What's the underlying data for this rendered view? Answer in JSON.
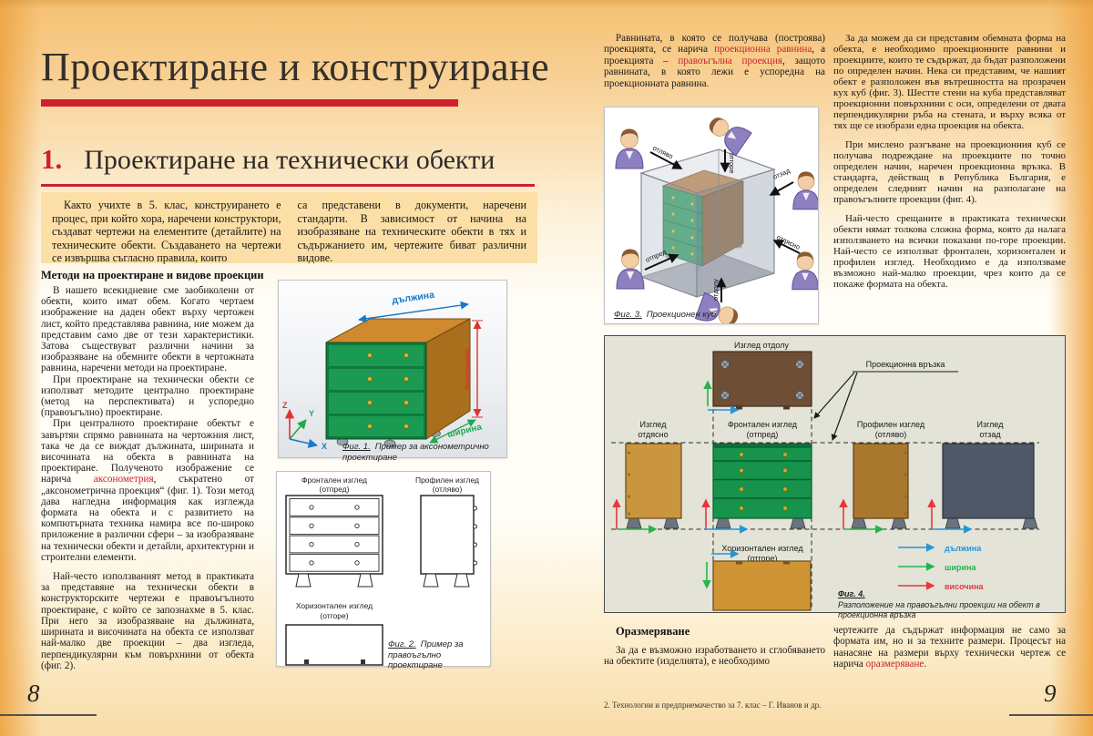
{
  "colors": {
    "accent_red": "#d0202e",
    "red_text": "#c8232b",
    "intro_box_bg": "#fcdfa6",
    "chest_green": "#1b9b52",
    "chest_top_orange": "#cf8a2e",
    "chest_side_brown": "#aa6f1c",
    "fig4_bg": "#e3e3d7",
    "length_blue": "#2596d6",
    "width_green": "#27b24b",
    "height_red": "#e8363c",
    "back_view_slate": "#4e5867",
    "bottom_view_brown": "#6e4f35"
  },
  "left": {
    "page_number": "8",
    "title": "Проектиране и конструиране",
    "section_number": "1.",
    "section_title": "Проектиране на технически обекти",
    "intro_col1": "Както учихте в 5. клас, конструирането е процес, при който хора, наречени конструктори, създават чертежи на елементите (детайлите) на техническите обекти. Създаването на чертежи се извършва съгласно правила, които",
    "intro_col2": "са представени в документи, наречени стандарти. В зависимост от начина на изобразяване на техническите обекти в тях и съдържанието им, чертежите биват различни видове.",
    "methods_heading": "Методи на проектиране и видове проекции",
    "p1": "В нашето всекидневие сме заобиколени от обекти, които имат обем. Когато чертаем изображение на даден обект върху чертожен лист, който представлява равнина, ние можем да представим само две от тези характеристики. Затова съществуват различни начини за изобразяване на обемните обекти в чертожната равнина, наречени методи на проектиране.",
    "p2": "При проектиране на технически обекти се използват методите централно проектиране (метод на перспективата) и успоредно (правоъгълно) проектиране.",
    "p3_a": "При централното проектиране обектът е завъртян спрямо равнината на чертожния лист, така че да се виждат дължината, ширината и височината на обекта в равнината на проектиране. Полученото изображение се нарича ",
    "p3_red": "аксонометрия",
    "p3_b": ", съкратено от „аксонометрична проекция“ (фиг. 1). Този метод дава нагледна информация как изглежда формата на обекта и с развитието на компютърната техника намира все по-широко приложение в различни сфери – за изобразяване на технически обекти и детайли, архитектурни и строителни елементи.",
    "p4": "Най-често използваният метод в практиката за представяне на технически обекти в конструкторските чертежи е правоъгълното проектиране, с който се запознахме в 5. клас. При него за изобразяване на дължината, ширината и височината на обекта се използват най-малко две проекции – два изгледа, перпендикулярни към повърхнини от обекта (фиг. 2).",
    "fig1": {
      "dim_length": "дължина",
      "dim_height": "височина",
      "dim_width": "ширина",
      "axis_z": "Z",
      "axis_y": "Y",
      "axis_x": "X",
      "caption_label": "Фиг. 1.",
      "caption_text": "Пример за аксонометрично проектиране"
    },
    "fig2": {
      "front_label": "Фронтален изглед",
      "front_sub": "(отпред)",
      "profile_label": "Профилен изглед",
      "profile_sub": "(отляво)",
      "horizontal_label": "Хоризонтален изглед",
      "horizontal_sub": "(отгоре)",
      "caption_label": "Фиг. 2.",
      "caption_text": "Пример за правоъгълно проектиране"
    }
  },
  "right": {
    "page_number": "9",
    "p1_a": "Равнината, в която се получава (построява) проекцията, се нарича ",
    "p1_red1": "проекционна равнина",
    "p1_b": ", а проекцията – ",
    "p1_red2": "правоъгълна проекция",
    "p1_c": ", защото равнината, в която лежи е успоредна на проекционната равнина.",
    "p2": "За да можем да си представим обемната форма на обекта, е необходимо проекционните равнини и проекциите, които те съдържат, да бъдат разположени по определен начин. Нека си представим, че нашият обект е разположен във вътрешността на прозрачен кух куб (фиг. 3). Шестте стени на куба представляват проекционни повърхнини с оси, определени от двата перпендикулярни ръба на стената, и върху всяка от тях ще се изобрази една проекция на обекта.",
    "p3": "При мислено разгъване на проекционния куб се получава подреждане на проекциите по точно определен начин, наречен проекционна връзка. В стандарта, действащ в Република България, е определен следният начин на разполагане на правоъгълните проекции (фиг. 4).",
    "p4": "Най-често срещаните в практиката технически обекти нямат толкова сложна форма, която да налага използването на всички показани по-горе проекции. Най-често се използват фронтален, хоризонтален и профилен изглед. Необходимо е да използваме възможно най-малко проекции, чрез които да се покаже формата на обекта.",
    "fig3": {
      "label_left": "отляво",
      "label_top": "отгоре",
      "label_back": "отзад",
      "label_right": "отдясно",
      "label_bottom": "отдолу",
      "label_front": "отпред",
      "caption_label": "Фиг. 3.",
      "caption_text": "Проекционен куб"
    },
    "fig4": {
      "bottom_view": "Изглед отдолу",
      "link_label": "Проекционна връзка",
      "right_view_1": "Изглед",
      "right_view_2": "отдясно",
      "front_view_1": "Фронтален изглед",
      "front_view_2": "(отпред)",
      "profile_view_1": "Профилен изглед",
      "profile_view_2": "(отляво)",
      "back_view_1": "Изглед",
      "back_view_2": "отзад",
      "top_view_1": "Хоризонтален изглед",
      "top_view_2": "(отгоре)",
      "legend_length": "дължина",
      "legend_width": "ширина",
      "legend_height": "височина",
      "caption_label": "Фиг. 4.",
      "caption_text": "Разположение на правоъгълни проекции на обект в проекционна връзка"
    },
    "dim_heading": "Оразмеряване",
    "dim_left": "За да е възможно изработването и сглобяването на обектите (изделията), е необходимо",
    "dim_right_a": "чертежите да съдържат информация не само за формата им, но и за техните размери. Процесът на нанасяне на размери върху технически чертеж се нарича ",
    "dim_right_red": "оразмеряване",
    "dim_right_b": ".",
    "footer": "2.  Технологии и предприемачество за 7. клас – Г. Иванов и др."
  }
}
